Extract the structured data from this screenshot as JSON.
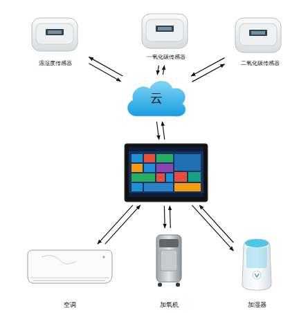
{
  "diagram": {
    "nodes": [
      {
        "text": [
          "温湿度传感器"
        ]
      },
      {
        "text": [
          "一氧化碳传感器"
        ]
      },
      {
        "text": [
          "二氧化碳传感器"
        ]
      },
      {
        "text": [
          "云"
        ]
      },
      {
        "text": []
      },
      {
        "text": [
          "空调"
        ]
      },
      {
        "text": [
          "加氧机"
        ]
      },
      {
        "text": [
          "加湿器"
        ]
      }
    ],
    "edges": [
      {
        "from": 0,
        "to": 3,
        "arrow": "to"
      },
      {
        "from": 3,
        "to": 0,
        "arrow": "to"
      },
      {
        "from": 1,
        "to": 3,
        "arrow": "to"
      },
      {
        "from": 3,
        "to": 1,
        "arrow": "to"
      },
      {
        "from": 2,
        "to": 3,
        "arrow": "to"
      },
      {
        "from": 3,
        "to": 2,
        "arrow": "to"
      },
      {
        "from": 3,
        "to": 4,
        "arrow": "to"
      },
      {
        "from": 4,
        "to": 3,
        "arrow": "to"
      },
      {
        "from": 4,
        "to": 5,
        "arrow": "to"
      },
      {
        "from": 5,
        "to": 4,
        "arrow": "to"
      },
      {
        "from": 4,
        "to": 6,
        "arrow": "to"
      },
      {
        "from": 6,
        "to": 4,
        "arrow": "to"
      },
      {
        "from": 4,
        "to": 7,
        "arrow": "to"
      },
      {
        "from": 7,
        "to": 4,
        "arrow": "to"
      }
    ]
  }
}
